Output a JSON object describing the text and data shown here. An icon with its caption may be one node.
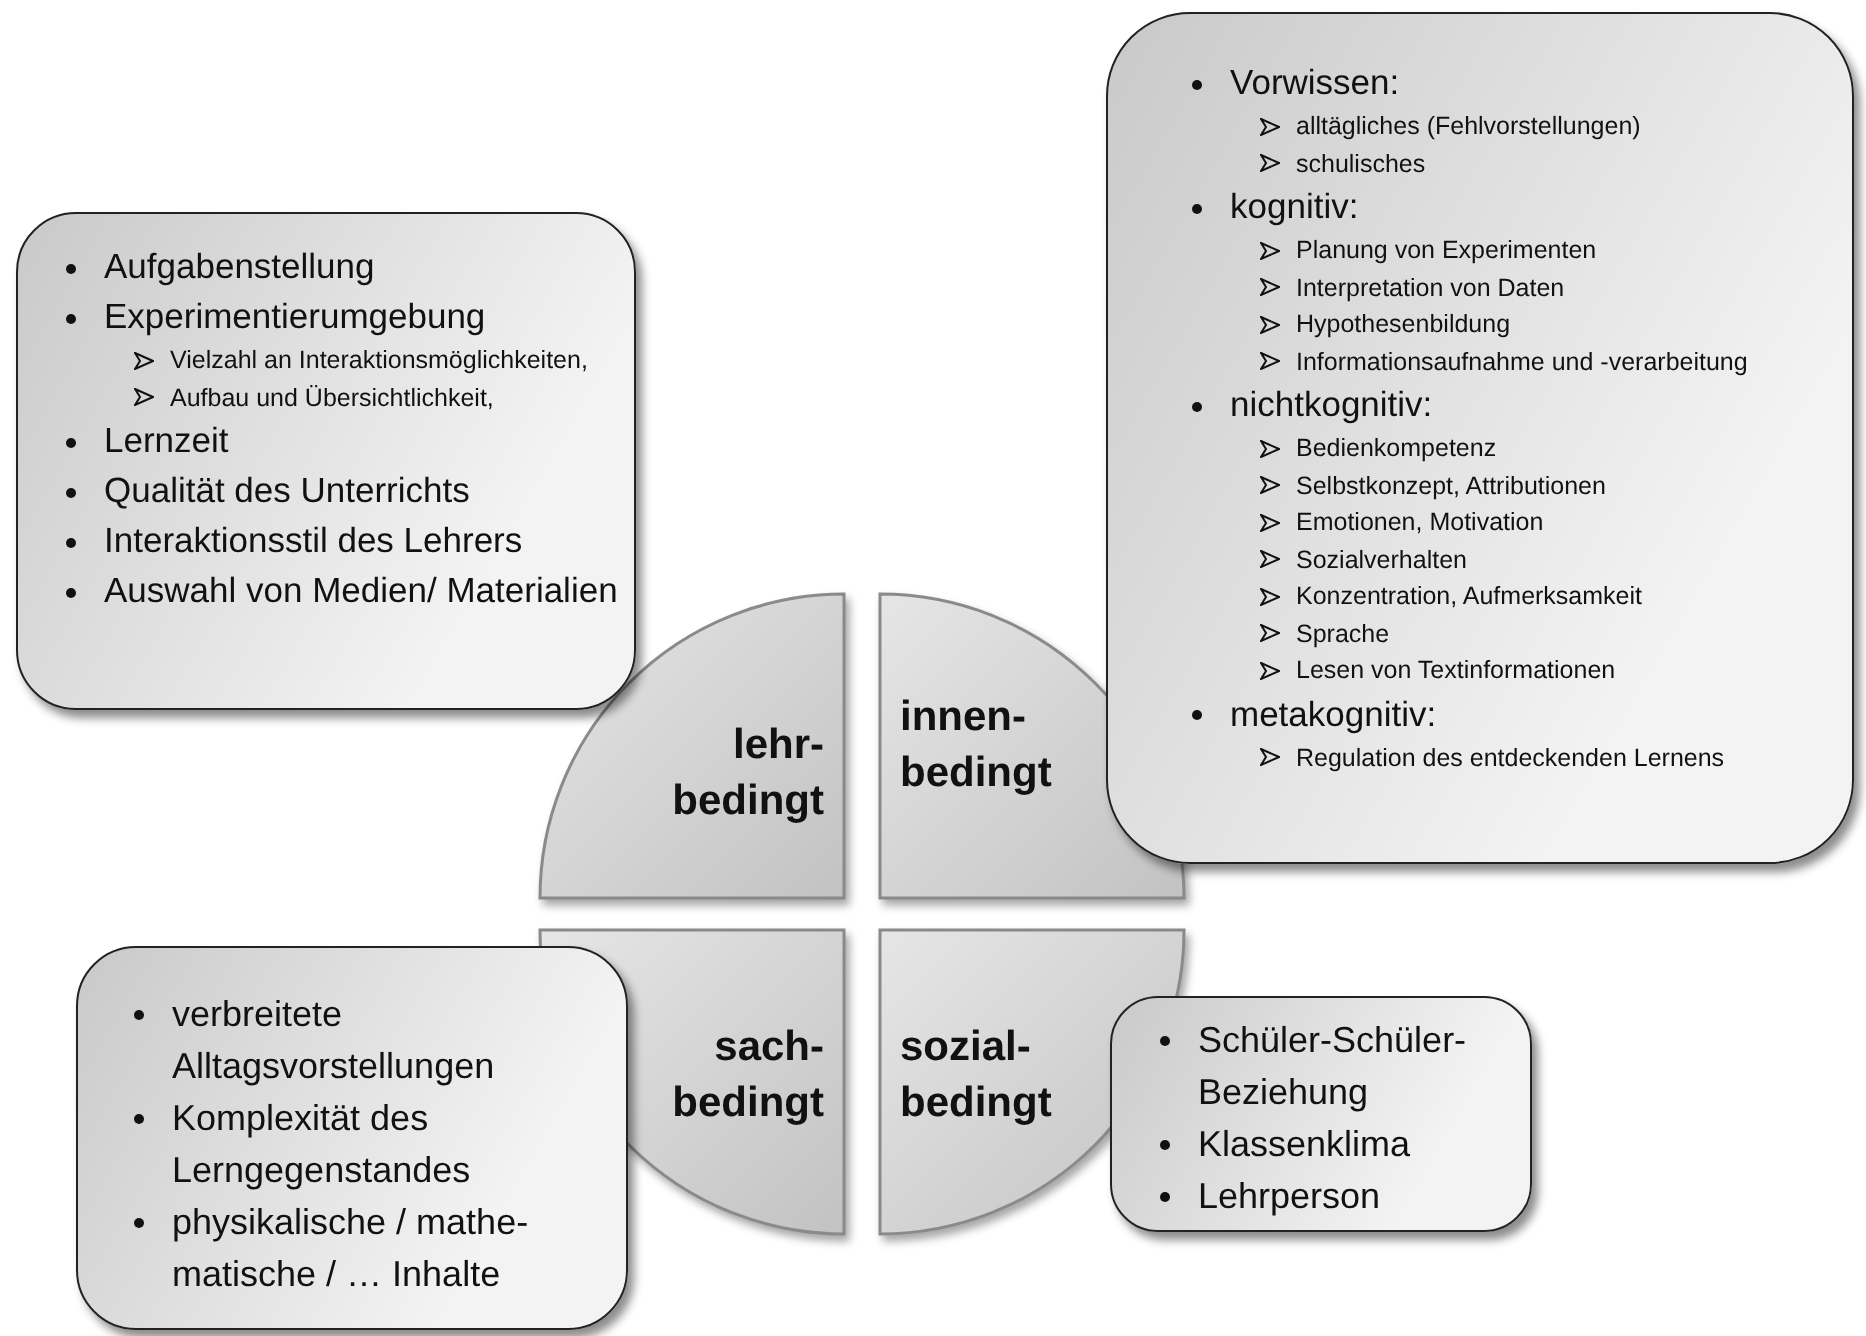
{
  "diagram": {
    "nodes": [
      {
        "text": [
          "Vorwissen:",
          "alltägliches (Fehlvorstellungen)",
          "schulisches",
          "kognitiv:",
          "Planung von Experimenten",
          "Interpretation von Daten",
          "Hypothesenbildung",
          "Informationsaufnahme und -verarbeitung",
          "nichtkognitiv:",
          "Bedienkompetenz",
          "Selbstkonzept, Attributionen",
          "Emotionen, Motivation",
          "Sozialverhalten",
          "Konzentration, Aufmerksamkeit",
          "Sprache",
          "Lesen von Textinformationen",
          "metakognitiv:",
          "Regulation des entdeckenden Lernens"
        ]
      },
      {
        "text": [
          "Aufgabenstellung",
          "Experimentierumgebung",
          "Vielzahl an Interaktionsmöglichkeiten,",
          "Aufbau und Übersichtlichkeit,",
          "Lernzeit",
          "Qualität des Unterrichts",
          "Interaktionsstil des Lehrers",
          "Auswahl von Medien/ Materialien"
        ]
      },
      {
        "text": [
          "lehr- bedingt"
        ]
      },
      {
        "text": [
          "innen- bedingt"
        ]
      },
      {
        "text": [
          "sach- bedingt"
        ]
      },
      {
        "text": [
          "sozial- bedingt"
        ]
      },
      {
        "text": [
          "verbreitete Alltagsvorstellungen",
          "Komplexität des Lerngegenstandes",
          "physikalische / mathe- matische / … Inhalte"
        ]
      },
      {
        "text": [
          "Schüler-Schüler- Beziehung",
          "Klassenklima",
          "Lehrperson"
        ]
      }
    ]
  }
}
